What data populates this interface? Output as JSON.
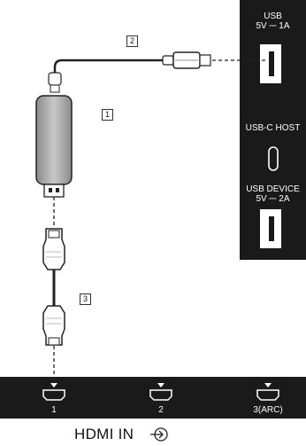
{
  "side_panel": {
    "usb_label_line1": "USB",
    "usb_label_line2": "5V ⎓ 1A",
    "usbc_label": "USB-C HOST",
    "usb_device_line1": "USB DEVICE",
    "usb_device_line2": "5V ⎓ 2A"
  },
  "callouts": {
    "media_receiver": "1",
    "usb_cable": "2",
    "hdmi_cable": "3"
  },
  "hdmi_panel": {
    "ports": [
      "1",
      "2",
      "3(ARC)"
    ],
    "caption": "HDMI IN"
  }
}
